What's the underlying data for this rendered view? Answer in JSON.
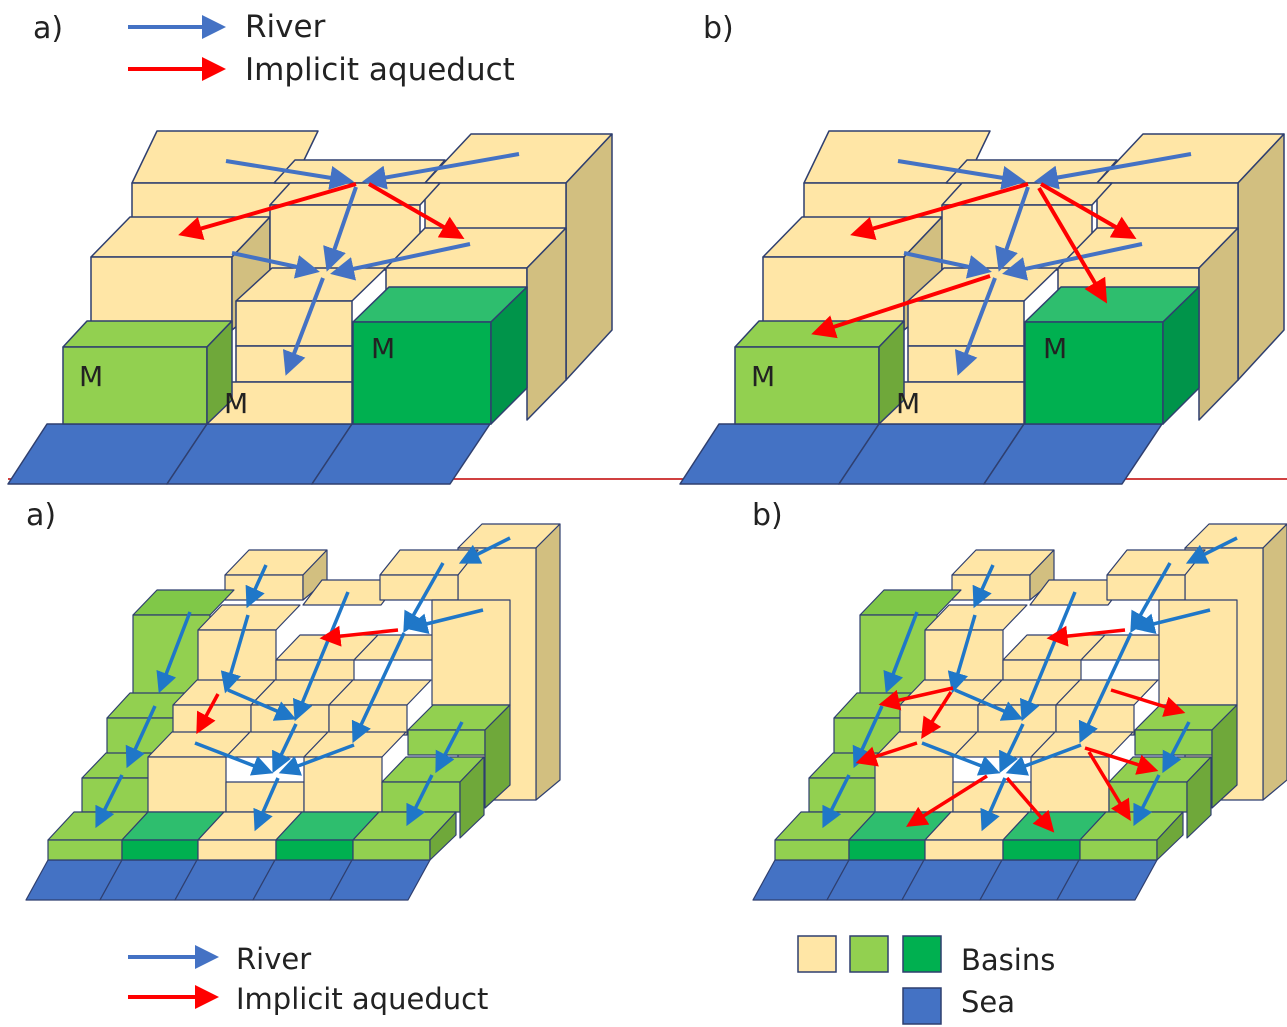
{
  "panels": [
    {
      "label": "a)"
    },
    {
      "label": "b)"
    },
    {
      "label": "a)"
    },
    {
      "label": "b)"
    }
  ],
  "legend_top": {
    "river": "River",
    "aqueduct": "Implicit aqueduct"
  },
  "legend_bottom": {
    "river": "River",
    "aqueduct": "Implicit aqueduct",
    "basins": "Basins",
    "sea": "Sea"
  },
  "cell_marker": "M",
  "colors": {
    "cream": "#FFE6A6",
    "light_green": "#92D050",
    "dark_green": "#00B050",
    "sea_blue": "#4472C4",
    "river": "#4472C4",
    "river_fine": "#1F77C8",
    "aqueduct": "#FF0000",
    "divider": "#C00000"
  }
}
